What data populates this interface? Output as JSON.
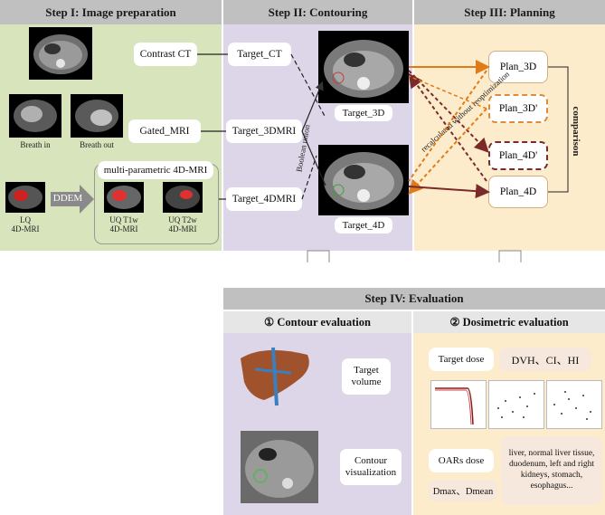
{
  "steps": {
    "step1_title": "Step I: Image preparation",
    "step2_title": "Step II: Contouring",
    "step3_title": "Step III: Planning",
    "step4_title": "Step IV: Evaluation"
  },
  "step1": {
    "contrast_ct": "Contrast CT",
    "gated_mri": "Gated_MRI",
    "breath_in": "Breath in",
    "breath_out": "Breath out",
    "multiparam_title": "multi-parametric 4D-MRI",
    "ddem": "DDEM",
    "lq_label": "LQ\n4D-MRI",
    "uq_t1w_label": "UQ T1w\n4D-MRI",
    "uq_t2w_label": "UQ T2w\n4D-MRI"
  },
  "step2": {
    "target_ct": "Target_CT",
    "target_3dmri": "Target_3DMRI",
    "target_4dmri": "Target_4DMRI",
    "boolean_union": "Boolean union",
    "target_3d": "Target_3D",
    "target_4d": "Target_4D"
  },
  "step3": {
    "plan_3d": "Plan_3D",
    "plan_3d_prime": "Plan_3D'",
    "plan_4d_prime": "Plan_4D'",
    "plan_4d": "Plan_4D",
    "comparison": "comparison",
    "arrow_label": "recalculated without reoptimization"
  },
  "step4": {
    "contour_eval": "① Contour evaluation",
    "dosimetric_eval": "② Dosimetric evaluation",
    "target_volume": "Target\nvolume",
    "contour_visualization": "Contour\nvisualization",
    "target_dose": "Target dose",
    "dvh_ci_hi": "DVH、CI、HI",
    "oars_dose": "OARs dose",
    "dmax_dmean": "Dmax、Dmean",
    "oar_list": "liver, normal liver tissue, duodenum, left and right kidneys, stomach, esophagus..."
  },
  "colors": {
    "step1_bg": "#d8e4bc",
    "step2_bg": "#dcd6e8",
    "step3_bg": "#fdeccb",
    "orange": "#e07b1a",
    "dark_red": "#7b2a2a"
  }
}
